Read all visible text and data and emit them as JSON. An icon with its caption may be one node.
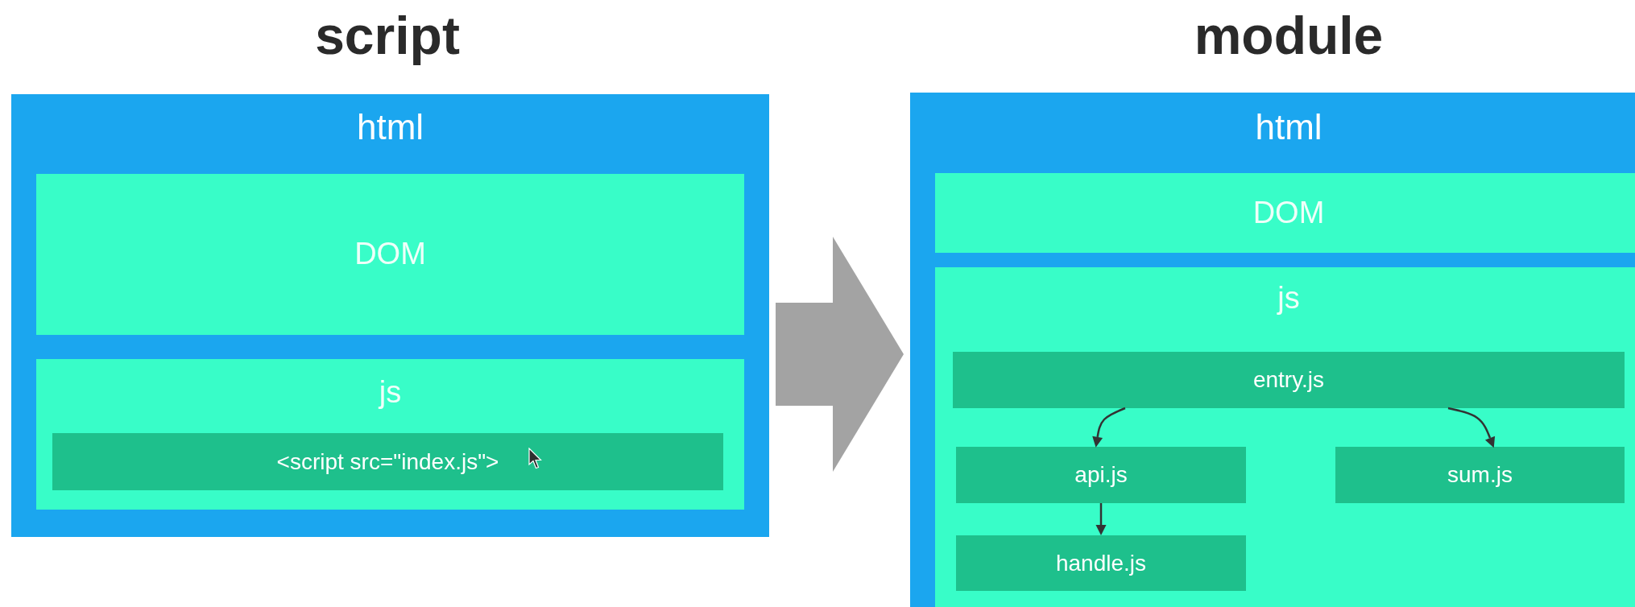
{
  "diagram": {
    "nodes": [
      {
        "text": [
          "html"
        ]
      },
      {
        "text": [
          "DOM"
        ],
        "in": 0
      },
      {
        "text": [
          "js"
        ],
        "in": 0
      },
      {
        "text": [
          "<script src=\"index.js\">"
        ],
        "in": 2
      },
      {
        "text": [
          "html"
        ]
      },
      {
        "text": [
          "DOM"
        ],
        "in": 4
      },
      {
        "text": [
          "js"
        ],
        "in": 4
      },
      {
        "text": [
          "entry.js"
        ],
        "in": 6
      },
      {
        "text": [
          "api.js"
        ],
        "in": 6
      },
      {
        "text": [
          "sum.js"
        ],
        "in": 6
      },
      {
        "text": [
          "handle.js"
        ],
        "in": 6
      }
    ],
    "edges": [
      {
        "from": 0,
        "to": 4,
        "arrow": "to",
        "style": "thick",
        "color": "#a3a3a3"
      },
      {
        "from": 7,
        "to": 8,
        "arrow": "to"
      },
      {
        "from": 7,
        "to": 9,
        "arrow": "to"
      },
      {
        "from": 8,
        "to": 10,
        "arrow": "to"
      }
    ],
    "labels": [
      "script",
      "module"
    ]
  }
}
